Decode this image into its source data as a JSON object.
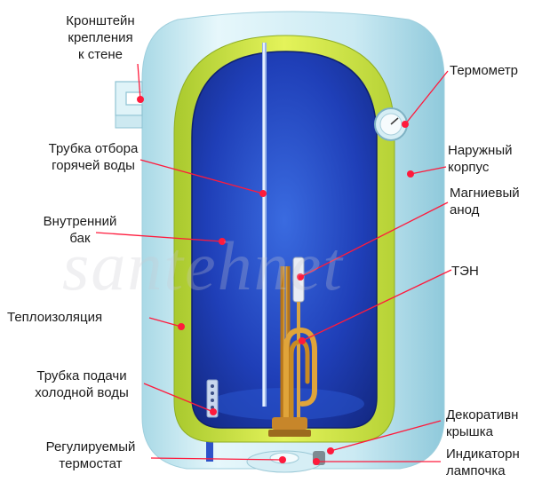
{
  "diagram": {
    "labels": {
      "bracket": "Кронштейн\nкрепления\nк стене",
      "hot_pipe": "Трубка отбора\nгорячей воды",
      "inner_tank": "Внутренний\nбак",
      "insulation": "Теплоизоляция",
      "cold_pipe": "Трубка подачи\nхолодной воды",
      "thermostat": "Регулируемый\nтермостат",
      "thermometer": "Термометр",
      "outer_case": "Наружный\nкорпус",
      "anode": "Магниевый\nанод",
      "heater": "ТЭН",
      "cover": "Декоративн\nкрышка",
      "indicator": "Индикаторн\nлампочка"
    },
    "watermark": "santehnet",
    "colors": {
      "leader": "#ff1a3c",
      "outer_case": "#c9e9f2",
      "insulation": "#c8e23a",
      "inner_tank": "#1f3fb8",
      "heater": "#d79a2a"
    }
  }
}
